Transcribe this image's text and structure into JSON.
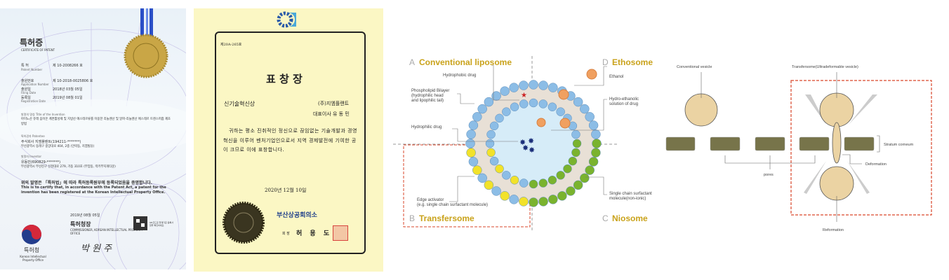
{
  "patent_certificate": {
    "title_ko": "특허증",
    "title_en": "CERTIFICATE OF PATENT",
    "fields": [
      {
        "label": "특 허",
        "sublabel": "Patent Number",
        "value": "제 10-2008266 호"
      },
      {
        "label": "출원번호",
        "sublabel": "Application Number",
        "value": "제 10-2018-0025806 호"
      },
      {
        "label": "출원일",
        "sublabel": "Filing Date",
        "value": "2018년 03월 05일"
      },
      {
        "label": "등록일",
        "sublabel": "Registration Date",
        "value": "2019년 08월 01일"
      }
    ],
    "invention_label": "발명의 명칭 Title of the Invention",
    "invention_title": "아미노산 유래 음이온 계면활성제 및 지방산 에스테르류를 이용한 리놀렌산 및 알파-리놀렌산 에스테르 트랜스퍼좀 제조방법",
    "patentee_label": "특허권자 Patentee",
    "patentee": "주식회사 지엠플랜트(194211-*******)",
    "patentee_address": "부산광역시 동래구 중앙대로 404, 2층 (안락동, 지엠빌딩)",
    "inventor_label": "발명자 Inventor",
    "inventor": "유동민(690829-*******)",
    "inventor_address": "부산광역시 부산진구 신천대로 279, 가동 310호 (부암동, 럭키부지개타운)",
    "certify_ko": "위의 발명은 「특허법」에 따라 특허등록원부에 등록되었음을 증명합니다.",
    "certify_en": "This is to certify that, in accordance with the Patent Act, a patent for the invention has been registered at the Korean Intellectual Property Office.",
    "issue_date": "2019년 08월 05일",
    "commissioner_ko": "특허청장",
    "commissioner_en": "COMMISSIONER, KOREAN INTELLECTUAL PROPERTY OFFICE",
    "signature": "박 원 주",
    "office_ko": "특허청",
    "office_en": "Korean Intellectual Property Office",
    "qr_note": "QR코드로 현재기준 등록사항을 확인하세요."
  },
  "award_certificate": {
    "number": "제20A-265호",
    "title": "표 창 장",
    "award_name": "신기술혁신상",
    "company": "(주)지엠플랜트",
    "recipient": "대표이사 유 동 민",
    "body": "귀하는 평소 진취적인 정신으로 끊임없는 기술개발과 경영혁신을 이루어 벤처기업인으로서 지역 경제발전에 기여한 공이 크므로 이에 표창합니다.",
    "date": "2020년 12월 10일",
    "issuer": "부산상공회의소",
    "chair_title": "회 장",
    "chair_name": "허 용 도"
  },
  "vesicle_diagram": {
    "quadrant_a_letter": "A",
    "quadrant_a": "Conventional liposome",
    "quadrant_b_letter": "B",
    "quadrant_b": "Transfersome",
    "quadrant_c_letter": "C",
    "quadrant_c": "Niosome",
    "quadrant_d_letter": "D",
    "quadrant_d": "Ethosome",
    "labels": {
      "hydrophobic_drug": "Hydrophobic drug",
      "bilayer_1": "Phospholipid Bilayer",
      "bilayer_2": "(hydrophilic head",
      "bilayer_3": "and lipophilic tail)",
      "hydrophilic_drug": "Hydrophilic drug",
      "edge_1": "Edge activator",
      "edge_2": "(e.g. single chain surfactant molecule)",
      "ethanol": "Ethanol",
      "hydro_1": "Hydro-ethanolic",
      "hydro_2": "solution of drug",
      "single_1": "Single chain surfactant",
      "single_2": "molecule(non-ionic)"
    },
    "colors": {
      "title": "#c9a21a",
      "letter": "#aaaaaa",
      "phospholipid": "#8cbde6",
      "edge_activator": "#f2e22a",
      "surfactant": "#7ab32e",
      "ethanol": "#f0a060",
      "core": "#d6ecf8",
      "bilayer": "#e8e0d6"
    }
  },
  "deformation_diagram": {
    "conventional": "Conventional vesicle",
    "transfersome": "Transfersome(Ultradeformable vesicle)",
    "stratum": "Stratum corneum",
    "deformation": "Deformation",
    "pores": "pores",
    "reformation": "Reformation",
    "colors": {
      "vesicle": "#ebd3a3",
      "stratum": "#77744a",
      "box": "#d9472b"
    }
  }
}
